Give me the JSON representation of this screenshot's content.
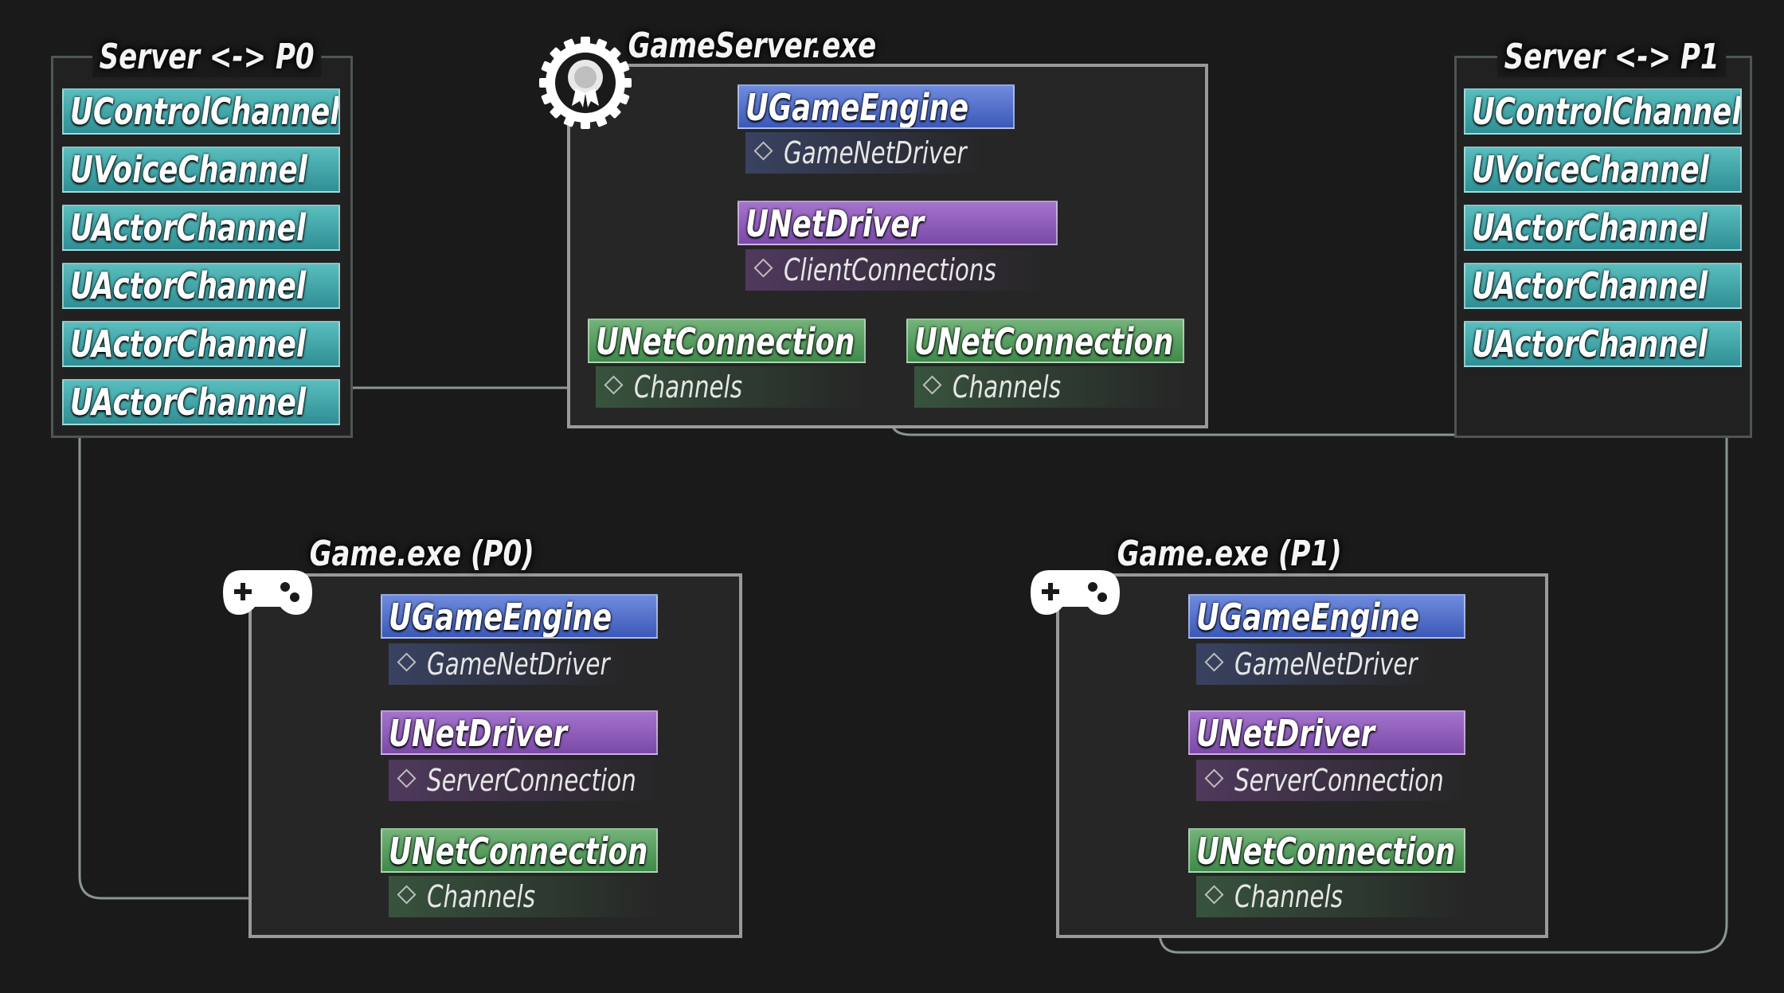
{
  "colors": {
    "background": "#1a1a1a",
    "engine": "#4f6ccc",
    "net_driver": "#8d5cb8",
    "net_connection": "#56a060",
    "channel": "#3fa6aa",
    "wire": "#8a9590"
  },
  "icons": {
    "server": "award-gear-icon",
    "client": "gamepad-icon"
  },
  "server": {
    "title": "GameServer.exe",
    "engine": "UGameEngine",
    "engine_prop": "GameNetDriver",
    "driver": "UNetDriver",
    "driver_prop": "ClientConnections",
    "connections": [
      {
        "label": "UNetConnection",
        "prop": "Channels"
      },
      {
        "label": "UNetConnection",
        "prop": "Channels"
      }
    ]
  },
  "channel_panels": [
    {
      "title": "Server <-> P0",
      "channels": [
        "UControlChannel",
        "UVoiceChannel",
        "UActorChannel",
        "UActorChannel",
        "UActorChannel",
        "UActorChannel"
      ]
    },
    {
      "title": "Server <-> P1",
      "channels": [
        "UControlChannel",
        "UVoiceChannel",
        "UActorChannel",
        "UActorChannel",
        "UActorChannel"
      ]
    }
  ],
  "clients": [
    {
      "title": "Game.exe (P0)",
      "engine": "UGameEngine",
      "engine_prop": "GameNetDriver",
      "driver": "UNetDriver",
      "driver_prop": "ServerConnection",
      "connection": "UNetConnection",
      "connection_prop": "Channels"
    },
    {
      "title": "Game.exe (P1)",
      "engine": "UGameEngine",
      "engine_prop": "GameNetDriver",
      "driver": "UNetDriver",
      "driver_prop": "ServerConnection",
      "connection": "UNetConnection",
      "connection_prop": "Channels"
    }
  ]
}
